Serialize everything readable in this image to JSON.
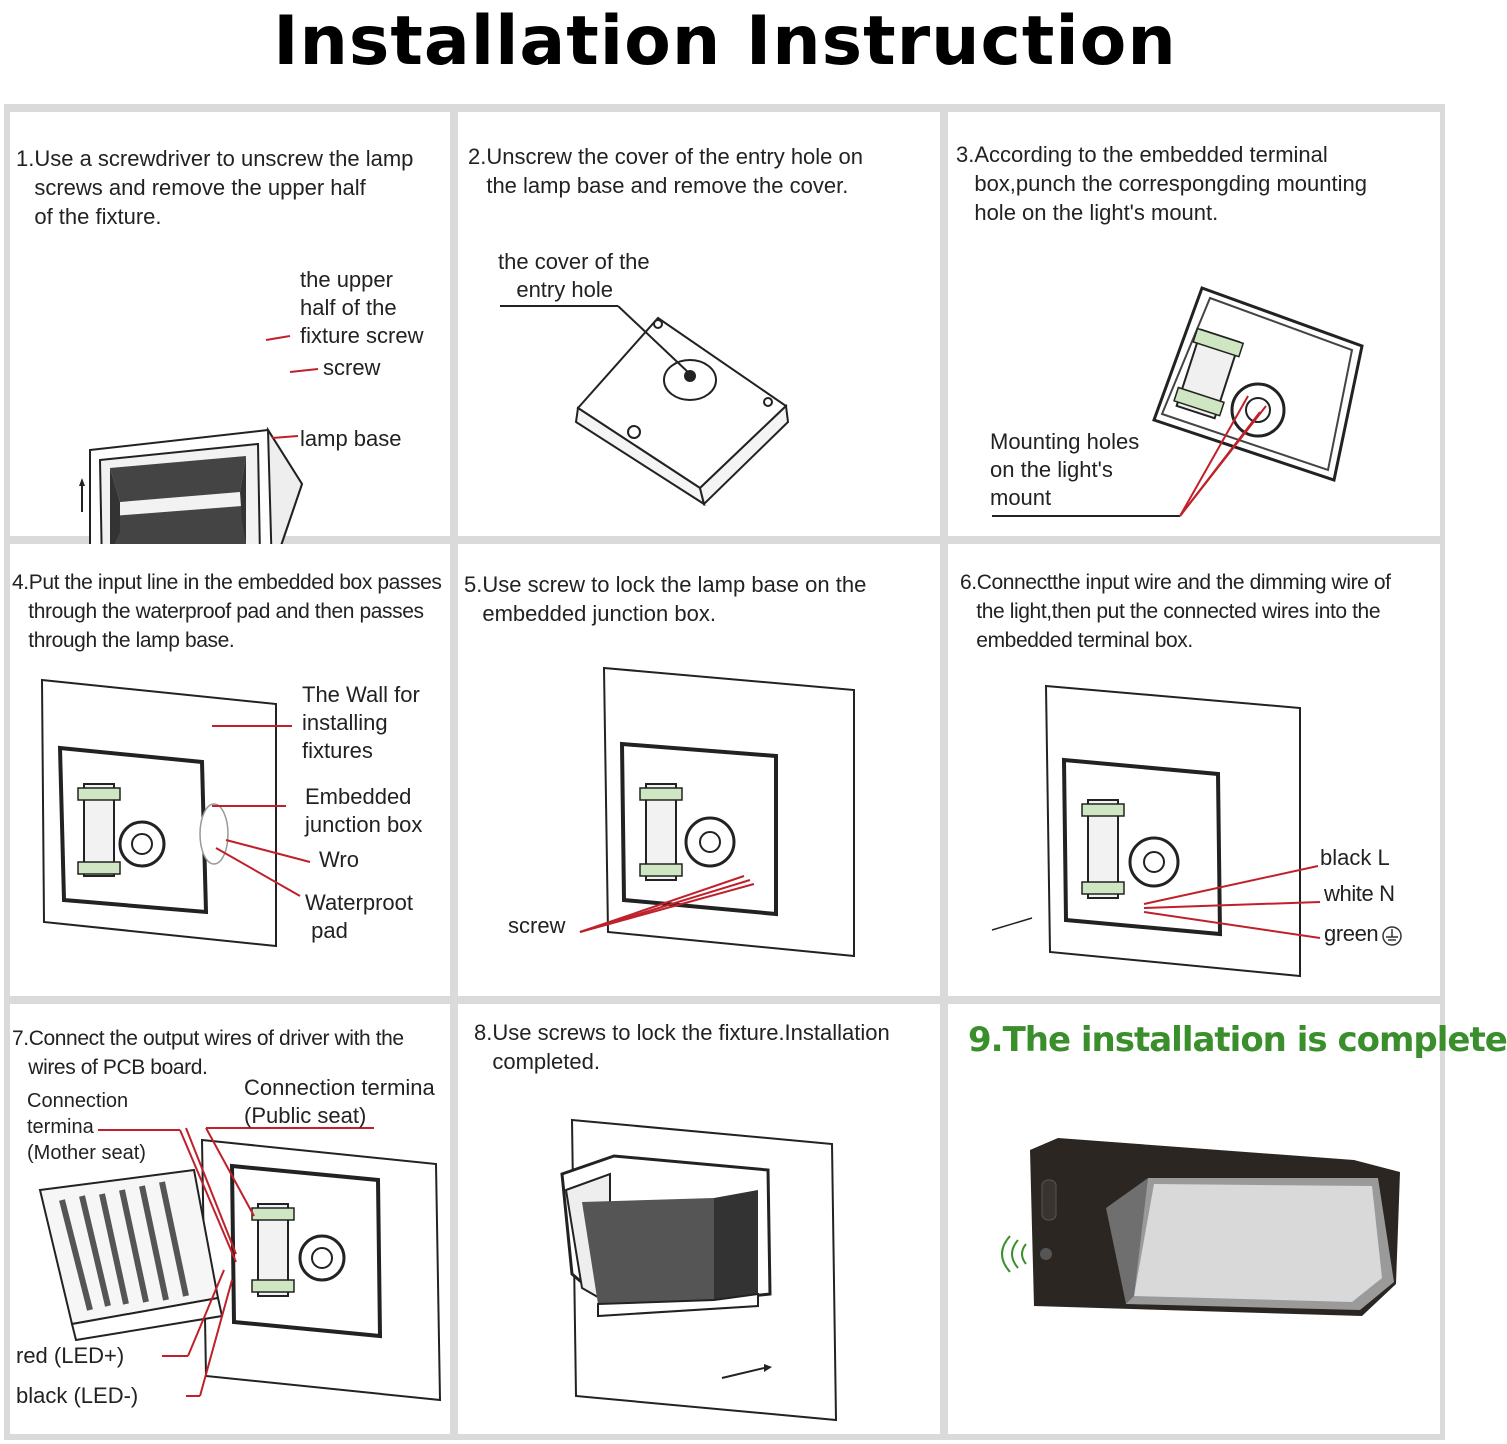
{
  "title": "Installation Instruction",
  "steps": {
    "s1": "1.Use a screwdriver to unscrew the lamp\n   screws and remove the upper half\n   of the fixture.",
    "s2": "2.Unscrew the cover of the entry hole on\n   the lamp base and remove the cover.",
    "s3": "3.According to the embedded terminal\n   box,punch the correspongding mounting\n   hole on the light's mount.",
    "s4": "4.Put the input line in the embedded box passes\n   through the waterproof pad and then passes\n   through the lamp base.",
    "s5": "5.Use screw to lock the lamp base on the\n   embedded junction box.",
    "s6": "6.Connectthe input wire and the dimming wire of\n   the light,then put the connected wires into the\n   embedded terminal box.",
    "s7": "7.Connect the output wires of driver with the\n   wires of PCB board.",
    "s8": "8.Use screws to lock the fixture.Installation\n   completed.",
    "s9": "9.The installation is complete"
  },
  "labels": {
    "p1_upper": "the upper\nhalf of the\nfixture screw",
    "p1_screw": "screw",
    "p1_base": "lamp base",
    "p2_cover": "the cover of the\n   entry hole",
    "p3_mount": "Mounting holes\non the light's\nmount",
    "p4_wall": "The Wall for\ninstalling\nfixtures",
    "p4_box": "Embedded\njunction box",
    "p4_wro": "Wro",
    "p4_pad": "Waterproot\n pad",
    "p5_screw": "screw",
    "p6_black": "black L",
    "p6_white": "white N",
    "p6_green": "green",
    "p7_mother": "Connection\ntermina\n(Mother seat)",
    "p7_public": "Connection termina\n(Public seat)",
    "p7_red": "red (LED+)",
    "p7_black": "black (LED-)"
  },
  "colors": {
    "accent_green": "#3a8f2c",
    "leader_red": "#c0202a",
    "fixture_dark": "#2b2622",
    "panel_border": "#dadada"
  }
}
